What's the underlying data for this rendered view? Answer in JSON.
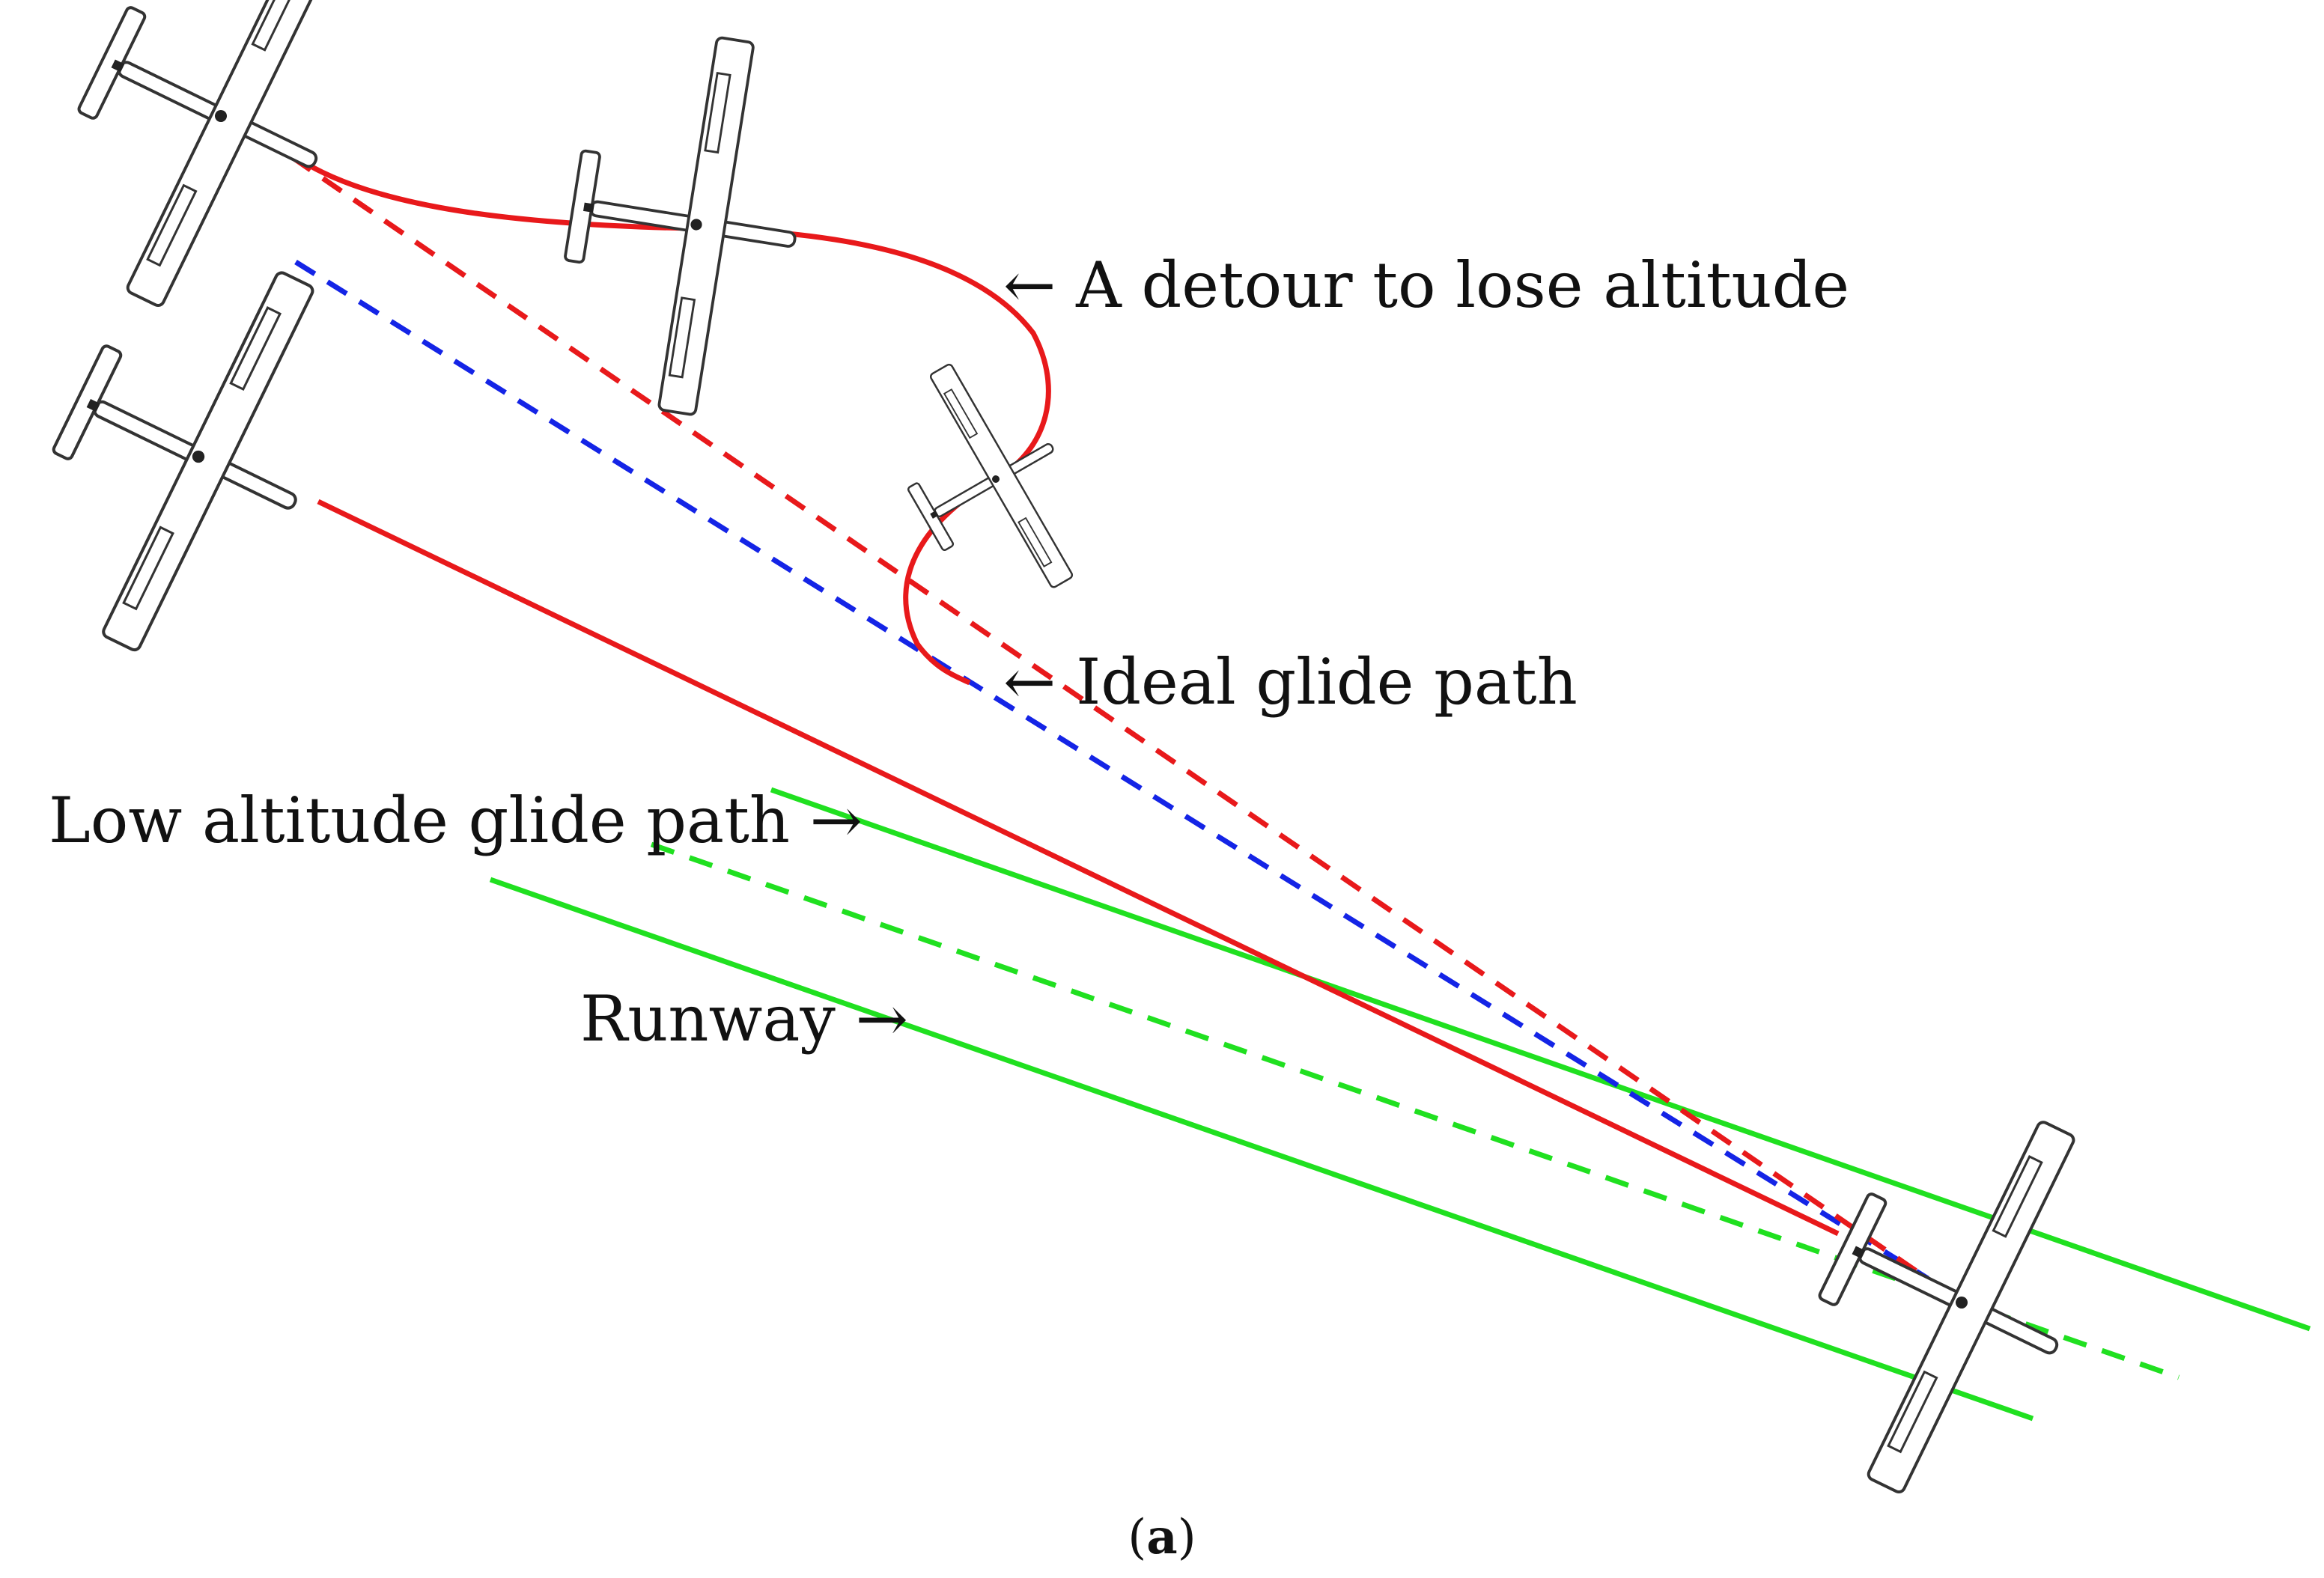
{
  "figure": {
    "labels": {
      "detour": "← A detour to lose altitude",
      "ideal": "← Ideal glide path",
      "low": "Low altitude glide path →",
      "runway": "Runway →"
    },
    "caption_open": "(",
    "caption_letter": "a",
    "caption_close": ")"
  },
  "colors": {
    "red": "#e8191b",
    "blue": "#1424e6",
    "green": "#20e020"
  }
}
